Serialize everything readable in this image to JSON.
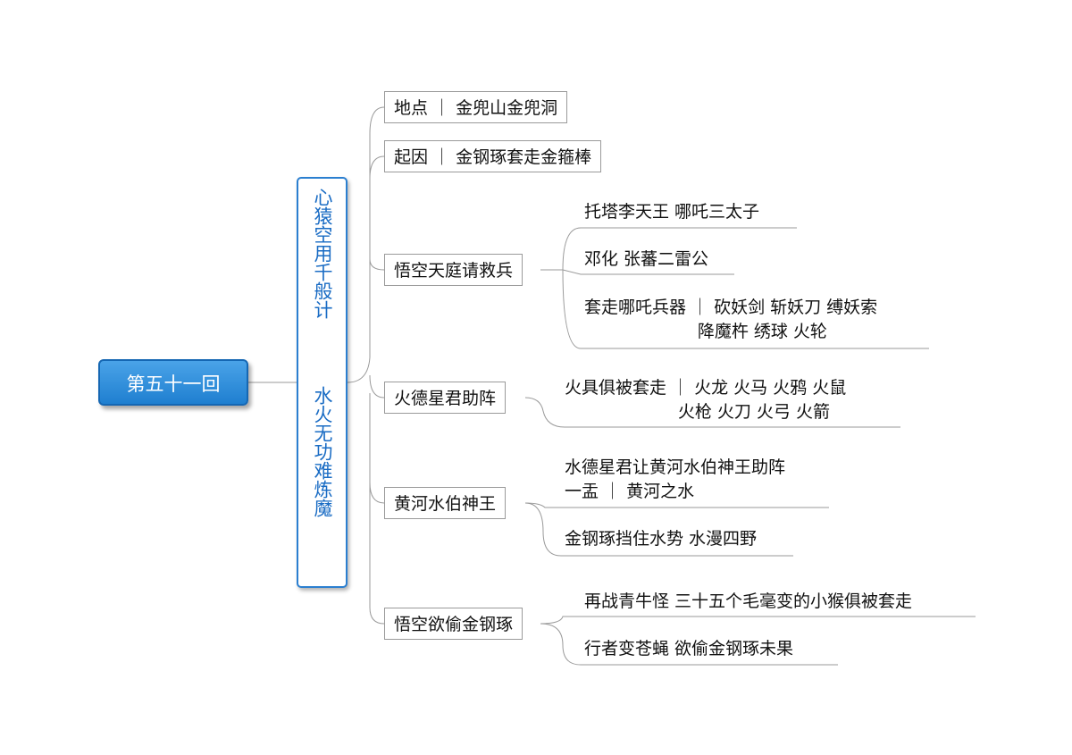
{
  "root": "第五十一回",
  "subtitle": {
    "part1": "心猿空用千般计",
    "part2": "水火无功难炼魔"
  },
  "branches": [
    {
      "label": "地点 ｜ 金兜山金兜洞"
    },
    {
      "label": "起因 ｜ 金钢琢套走金箍棒"
    },
    {
      "label": "悟空天庭请救兵",
      "children": [
        "托塔李天王 哪吒三太子",
        "邓化 张蕃二雷公",
        "套走哪吒兵器 ｜ 砍妖剑 斩妖刀 缚妖索\n                     降魔杵 绣球 火轮"
      ]
    },
    {
      "label": "火德星君助阵",
      "children": [
        "火具俱被套走 ｜ 火龙 火马 火鸦 火鼠\n                     火枪 火刀 火弓 火箭"
      ]
    },
    {
      "label": "黄河水伯神王",
      "children": [
        "水德星君让黄河水伯神王助阵\n一盂 ｜ 黄河之水",
        "金钢琢挡住水势 水漫四野"
      ]
    },
    {
      "label": "悟空欲偷金钢琢",
      "children": [
        "再战青牛怪 三十五个毛毫变的小猴俱被套走",
        "行者变苍蝇 欲偷金钢琢未果"
      ]
    }
  ]
}
